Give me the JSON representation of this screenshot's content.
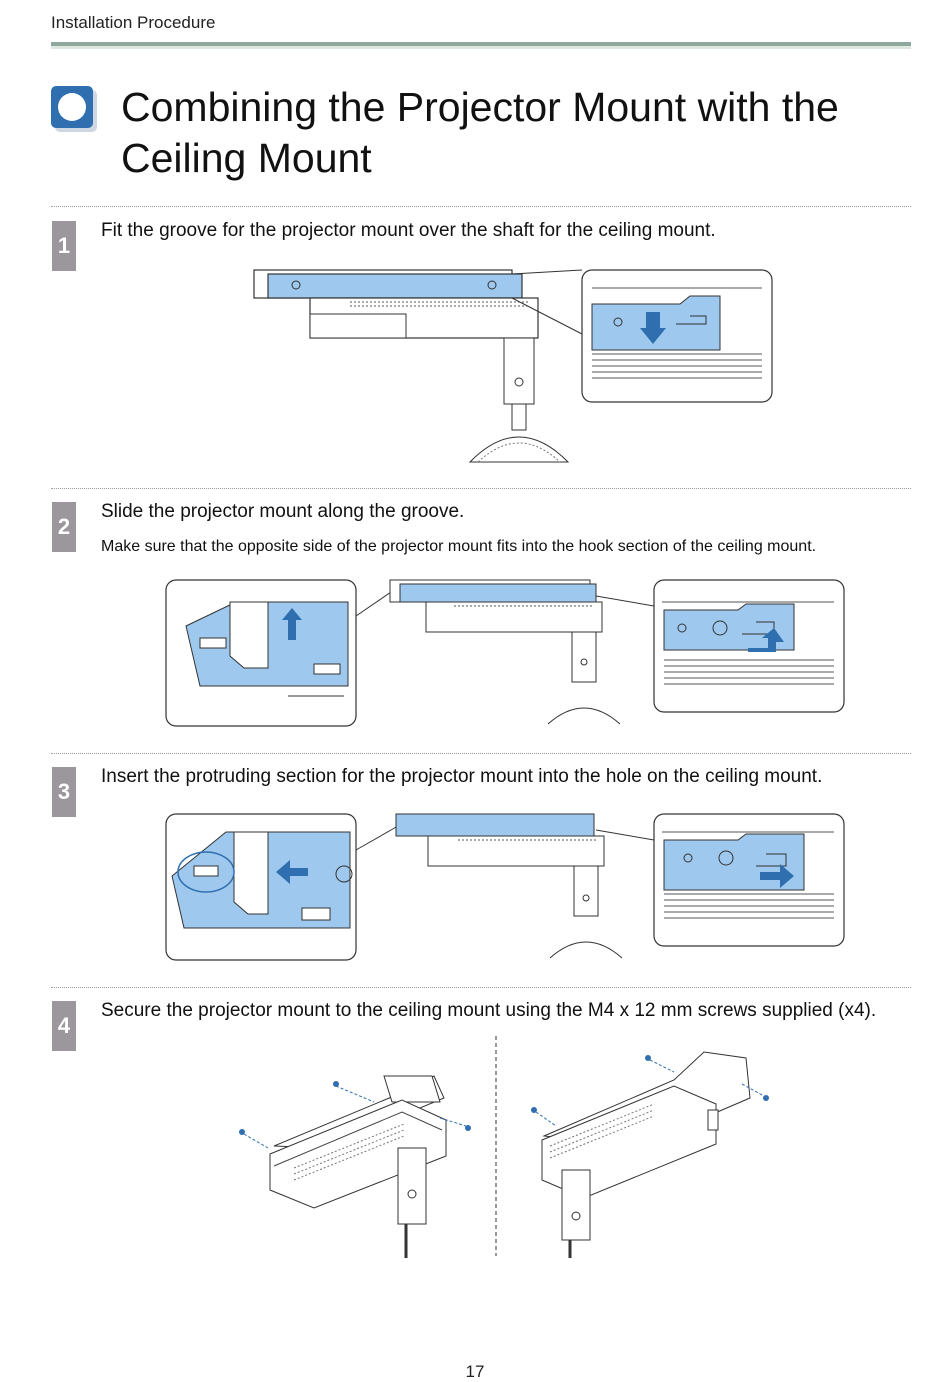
{
  "header": {
    "section": "Installation Procedure"
  },
  "title": "Combining the Projector Mount with the Ceiling Mount",
  "steps": [
    {
      "number": "1",
      "text": "Fit the groove for the projector mount over the shaft for the ceiling mount.",
      "note": ""
    },
    {
      "number": "2",
      "text": "Slide the projector mount along the groove.",
      "note": "Make sure that the opposite side of the projector mount fits into the hook section of the ceiling mount."
    },
    {
      "number": "3",
      "text": "Insert the protruding section for the projector mount into the hole on the ceiling mount.",
      "note": ""
    },
    {
      "number": "4",
      "text": "Secure the projector mount to the ceiling mount using the M4 x 12 mm screws supplied (x4).",
      "note": ""
    }
  ],
  "colors": {
    "accent": "#2f6fb0",
    "mount_fill": "#9ec8ee",
    "step_badge": "#9c969d",
    "rule": "#8fa89f"
  },
  "icons": {
    "title_icon": "section-badge-icon",
    "arrow": "direction-arrow-icon"
  },
  "page": {
    "number": "17"
  }
}
